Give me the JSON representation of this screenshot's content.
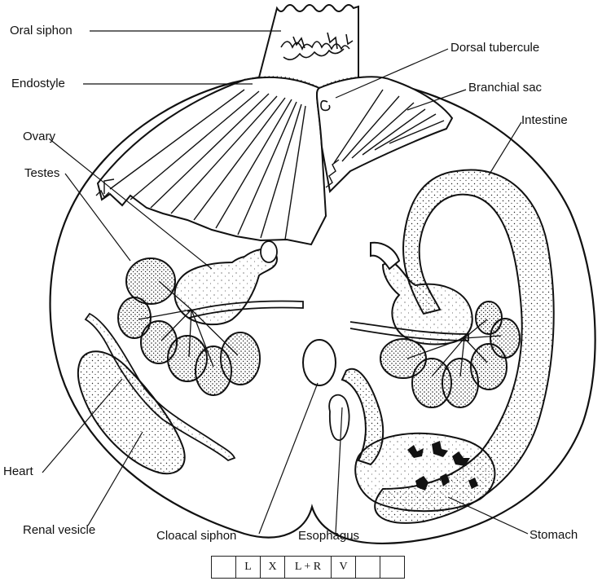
{
  "labels": {
    "oral_siphon": "Oral siphon",
    "endostyle": "Endostyle",
    "ovary": "Ovary",
    "testes": "Testes",
    "heart": "Heart",
    "renal_vesicle": "Renal vesicle",
    "cloacal_siphon": "Cloacal siphon",
    "esophagus": "Esophagus",
    "stomach": "Stomach",
    "intestine": "Intestine",
    "branchial_sac": "Branchial sac",
    "dorsal_tubercule": "Dorsal tubercule"
  },
  "view_strip": [
    "",
    "L",
    "X",
    "L + R",
    "V",
    "",
    ""
  ]
}
